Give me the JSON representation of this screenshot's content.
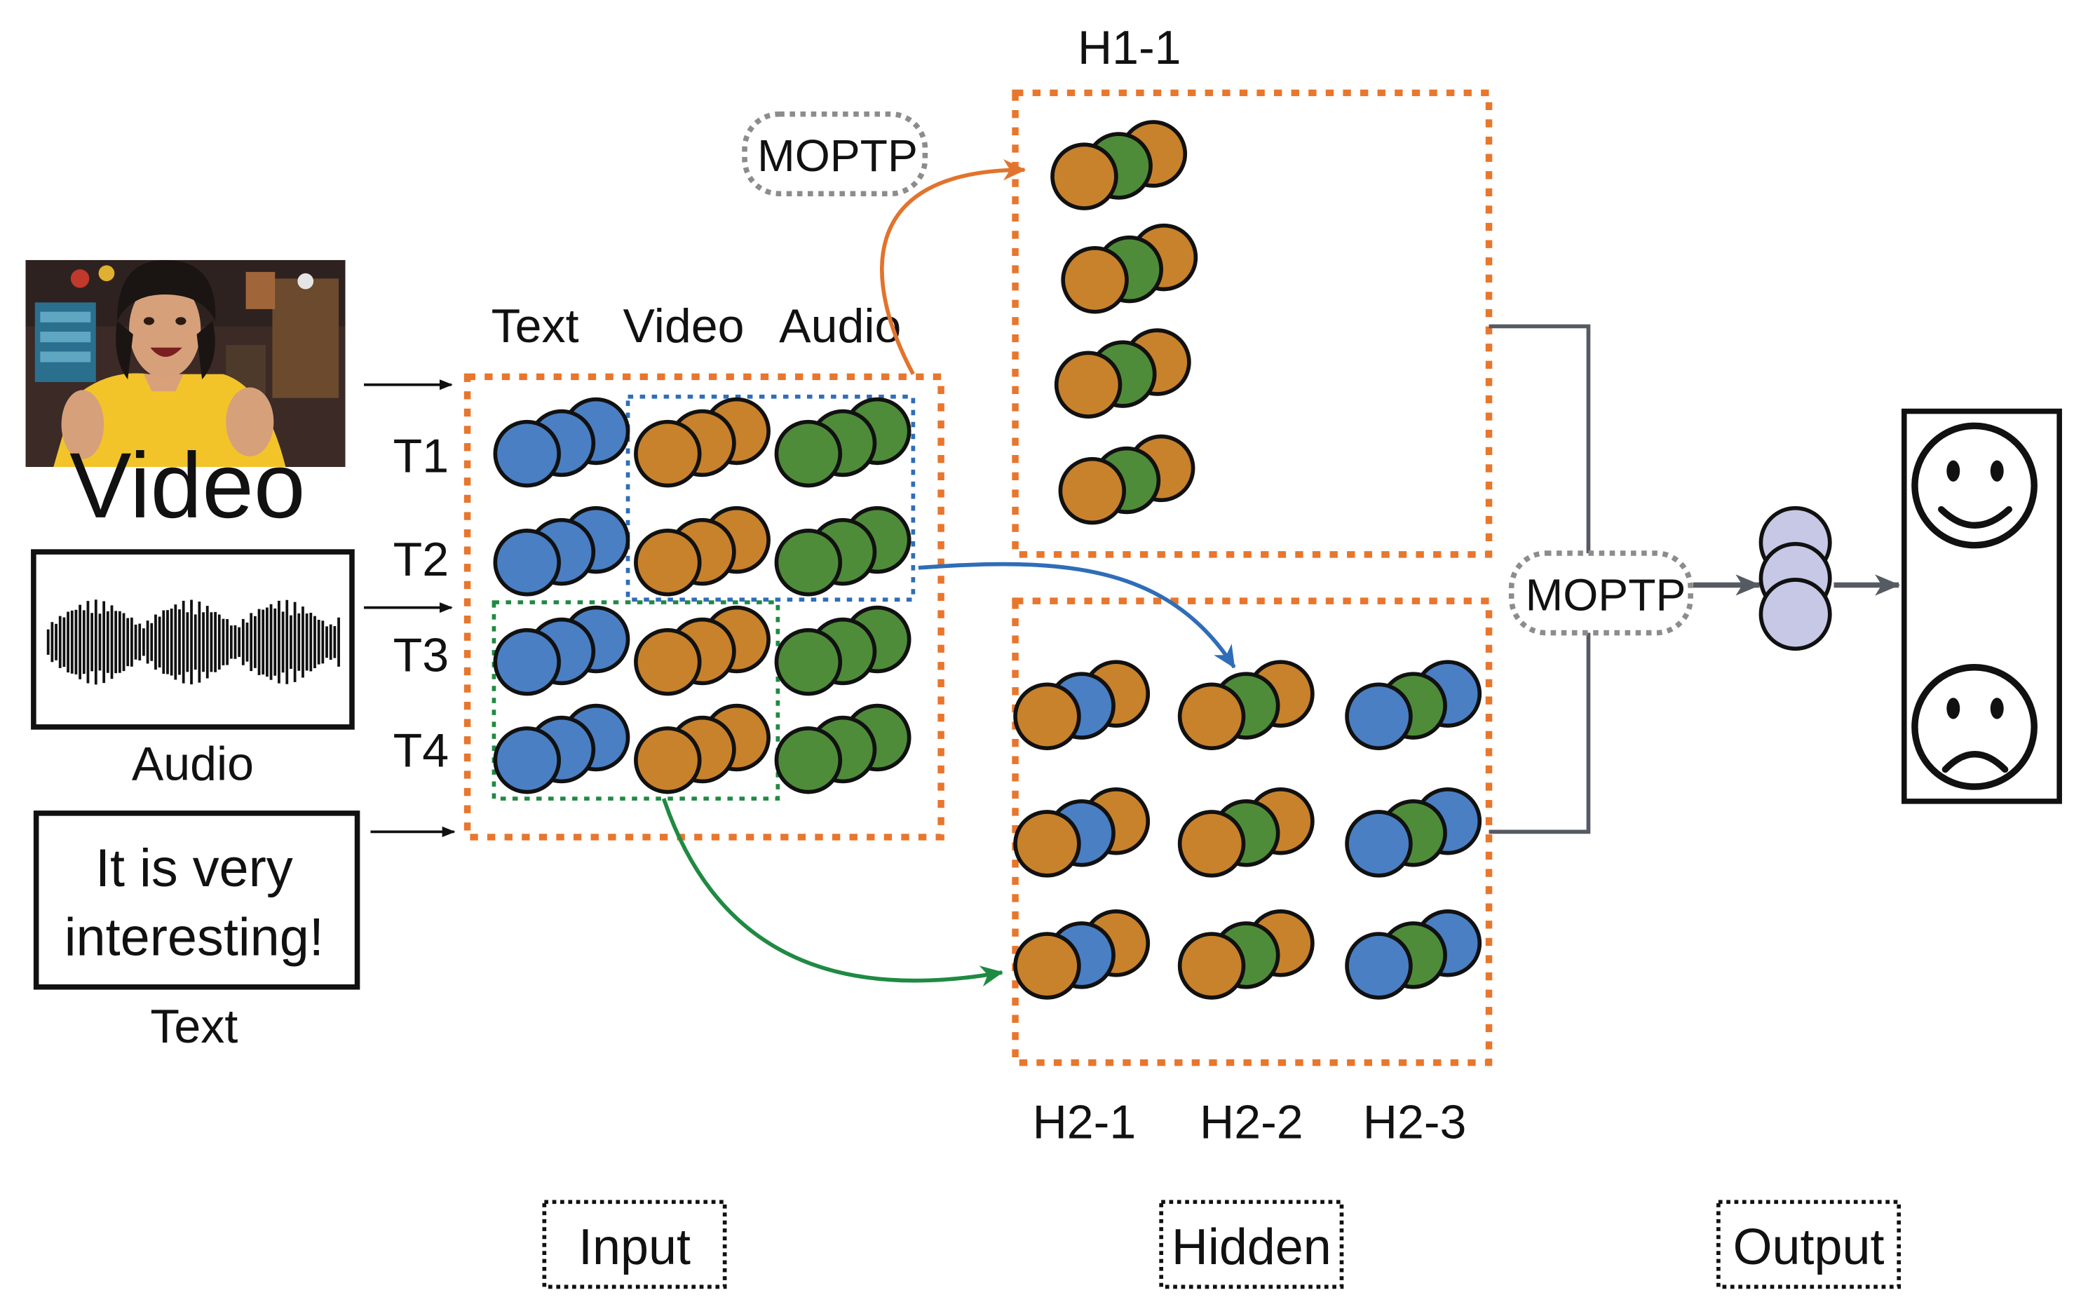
{
  "colors": {
    "blue": "#4a7fc4",
    "orange": "#c8822c",
    "green": "#4f8c3a",
    "lavender": "#c7c8e6",
    "panel_border": "#e8762c",
    "blue_arrow": "#2f6db8",
    "orange_arrow": "#e2732c",
    "green_arrow": "#1f8a42",
    "connector": "#555a63",
    "moptp_border": "#8c8c8c"
  },
  "inputs": {
    "video_label": "Video",
    "audio_label": "Audio",
    "text_label": "Text",
    "text_box_line1": "It is very",
    "text_box_line2": "interesting!"
  },
  "input_grid": {
    "columns": [
      "Text",
      "Video",
      "Audio"
    ],
    "rows": [
      "T1",
      "T2",
      "T3",
      "T4"
    ]
  },
  "hidden": {
    "h1_title": "H1-1",
    "h2_labels": [
      "H2-1",
      "H2-2",
      "H2-3"
    ]
  },
  "moptp": [
    "MOPTP",
    "MOPTP"
  ],
  "output": {
    "happy_icon": "smiley-face-icon",
    "sad_icon": "frowny-face-icon"
  },
  "sections": [
    "Input",
    "Hidden",
    "Output"
  ]
}
